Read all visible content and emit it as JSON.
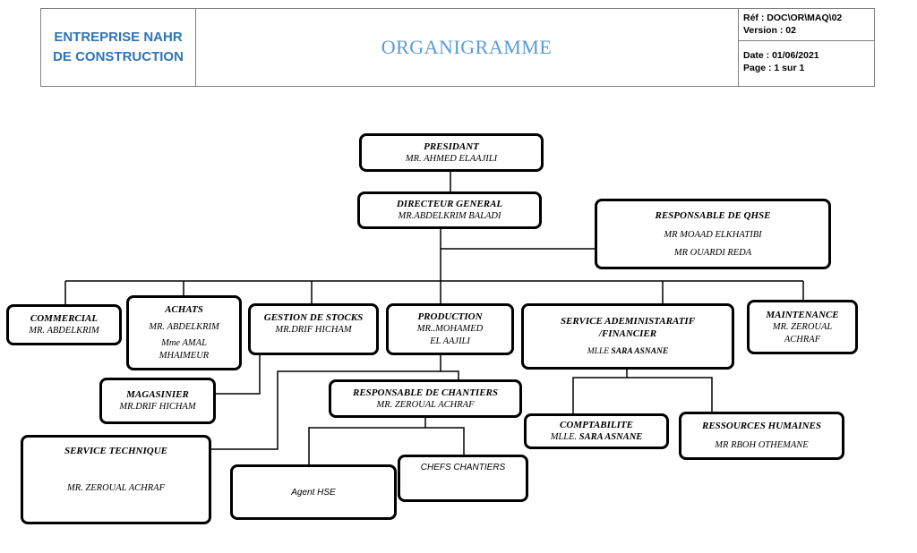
{
  "header": {
    "company_line1": "ENTREPRISE NAHR",
    "company_line2": "DE CONSTRUCTION",
    "title": "ORGANIGRAMME",
    "ref": "Réf :  DOC\\OR\\MAQ\\02",
    "version": "Version : 02",
    "date": "Date : 01/06/2021",
    "page": "Page : 1 sur 1"
  },
  "org": {
    "president": {
      "title": "PRESIDANT",
      "name": "MR. AHMED ELAAJILI"
    },
    "dg": {
      "title": "DIRECTEUR GENERAL",
      "name": "MR.ABDELKRIM BALADI"
    },
    "qhse": {
      "title": "RESPONSABLE DE QHSE",
      "name1": "MR MOAAD ELKHATIBI",
      "name2": "MR OUARDI REDA"
    },
    "commercial": {
      "title": "COMMERCIAL",
      "name": "MR. ABDELKRIM"
    },
    "achats": {
      "title": "ACHATS",
      "name1": "MR. ABDELKRIM",
      "name2": "Mme AMAL",
      "name3": "MHAIMEUR"
    },
    "stocks": {
      "title": "GESTION DE STOCKS",
      "name": "MR.DRIF HICHAM"
    },
    "production": {
      "title": "PRODUCTION",
      "name1": "MR..MOHAMED",
      "name2": "EL AAJILI"
    },
    "admin": {
      "title1": "SERVICE ADEMINISTARATIF",
      "title2": "/FINANCIER",
      "name_prefix": "MLLE ",
      "name": "SARA ASNANE"
    },
    "maintenance": {
      "title": "MAINTENANCE",
      "name1": "MR. ZEROUAL",
      "name2": "ACHRAF"
    },
    "magasinier": {
      "title": "MAGASINIER",
      "name": "MR.DRIF HICHAM"
    },
    "chantiers": {
      "title": "RESPONSABLE DE CHANTIERS",
      "name": "MR. ZEROUAL ACHRAF"
    },
    "comptabilite": {
      "title": "COMPTABILITE",
      "name_prefix": "MLLE. ",
      "name": "SARA ASNANE"
    },
    "rh": {
      "title": "RESSOURCES HUMAINES",
      "name": "MR RBOH OTHEMANE"
    },
    "technique": {
      "title": "SERVICE TECHNIQUE",
      "name": "MR. ZEROUAL ACHRAF"
    },
    "hse": {
      "label": "Agent HSE"
    },
    "chefs": {
      "label": "CHEFS CHANTIERS"
    }
  }
}
